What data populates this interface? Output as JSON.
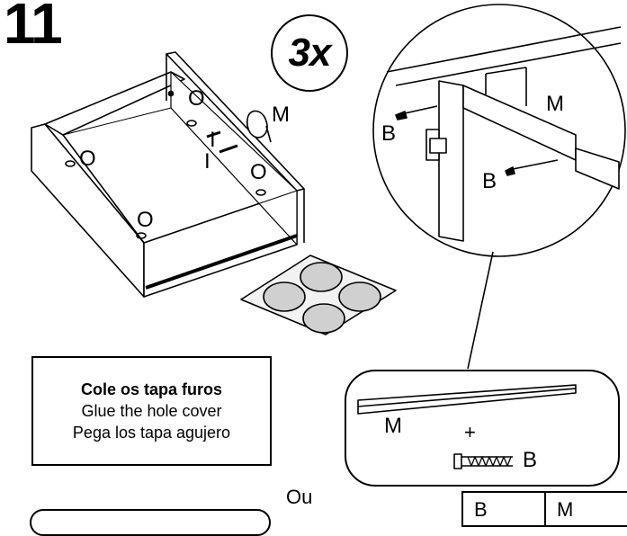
{
  "step": {
    "number": "11",
    "quantity": "3x"
  },
  "drawer": {
    "label_o1": "O",
    "label_o2": "O",
    "label_o3": "O",
    "label_o4": "O",
    "label_m": "M",
    "label_i1": "I",
    "label_i2": "I"
  },
  "detail": {
    "label_m": "M",
    "label_b1": "B",
    "label_b2": "B"
  },
  "note": {
    "line1": "Cole os tapa furos",
    "line2": "Glue the hole cover",
    "line3": "Pega los tapa agujero"
  },
  "parts": {
    "label_m": "M",
    "plus": "+",
    "label_b": "B"
  },
  "footer": {
    "or_label": "Ou",
    "table_col1": "B",
    "table_col2": "M"
  }
}
